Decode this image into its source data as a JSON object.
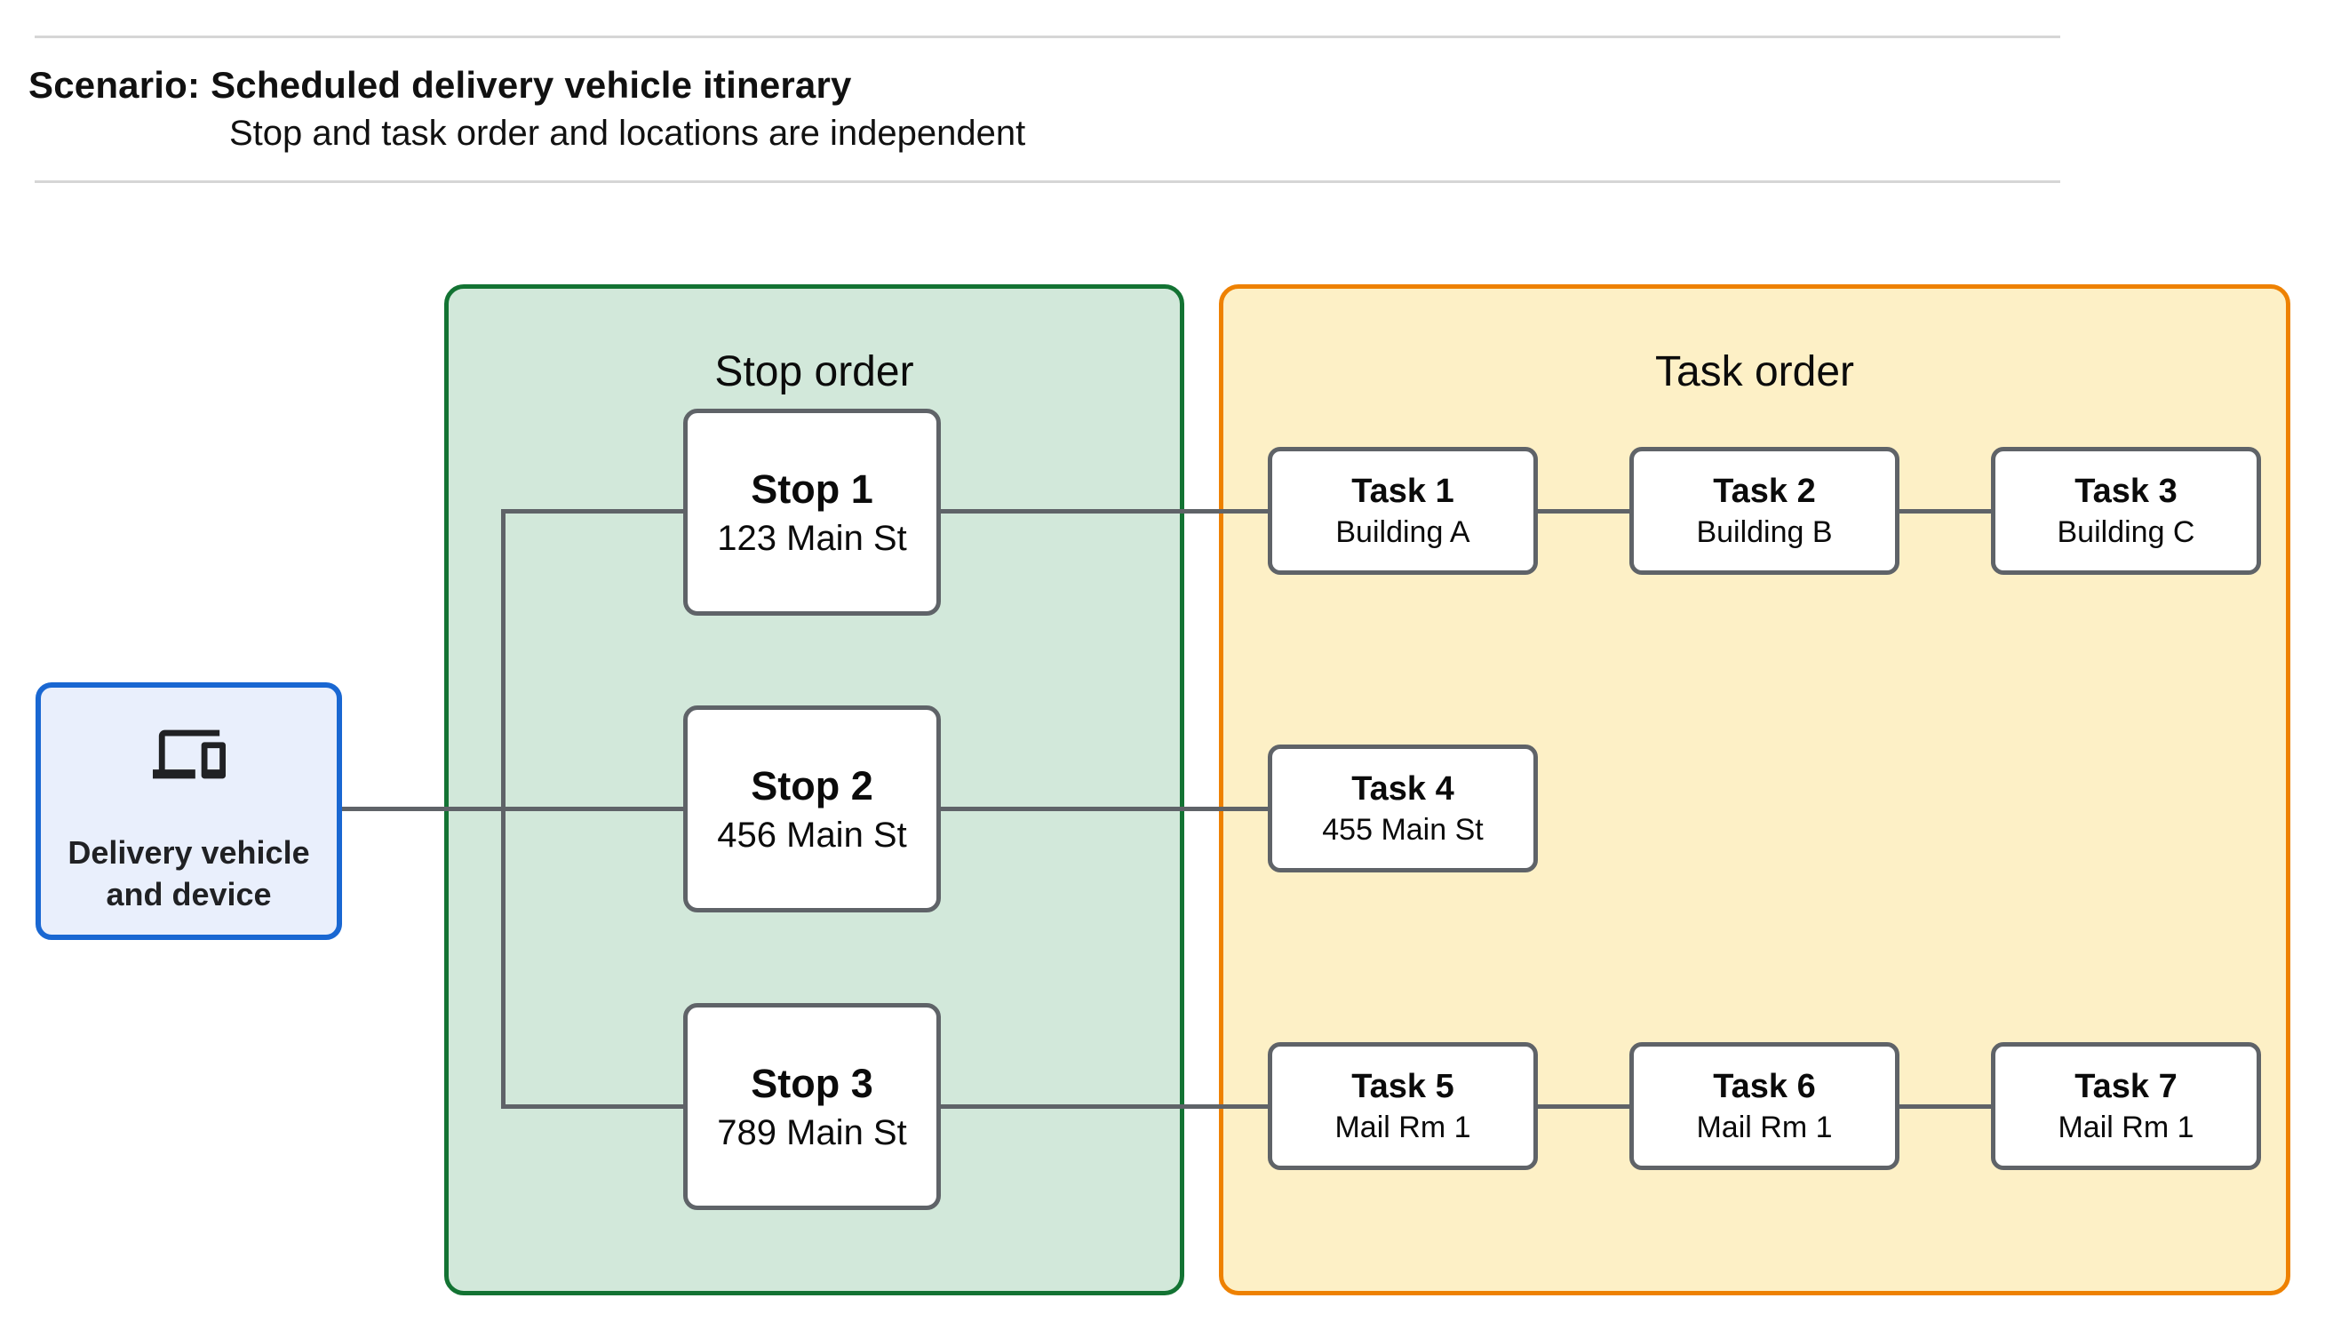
{
  "header": {
    "title": "Scenario: Scheduled delivery vehicle itinerary",
    "subtitle": "Stop and task order and locations are independent"
  },
  "source": {
    "label": "Delivery vehicle and device",
    "icon": "devices-icon"
  },
  "groups": {
    "stop_order": {
      "title": "Stop order"
    },
    "task_order": {
      "title": "Task order"
    }
  },
  "stops": [
    {
      "title": "Stop 1",
      "location": "123 Main St"
    },
    {
      "title": "Stop 2",
      "location": "456 Main St"
    },
    {
      "title": "Stop 3",
      "location": "789 Main St"
    }
  ],
  "tasks": [
    {
      "title": "Task 1",
      "location": "Building A"
    },
    {
      "title": "Task 2",
      "location": "Building B"
    },
    {
      "title": "Task 3",
      "location": "Building C"
    },
    {
      "title": "Task 4",
      "location": "455 Main St"
    },
    {
      "title": "Task 5",
      "location": "Mail Rm 1"
    },
    {
      "title": "Task 6",
      "location": "Mail Rm 1"
    },
    {
      "title": "Task 7",
      "location": "Mail Rm 1"
    }
  ],
  "colors": {
    "stop_group_fill": "#d2e8da",
    "stop_group_border": "#137333",
    "task_group_fill": "#fdf0c6",
    "task_group_border": "#ee8100",
    "source_fill": "#e9effc",
    "source_border": "#1967d2",
    "node_border": "#5f6368",
    "connector": "#5f6368"
  }
}
